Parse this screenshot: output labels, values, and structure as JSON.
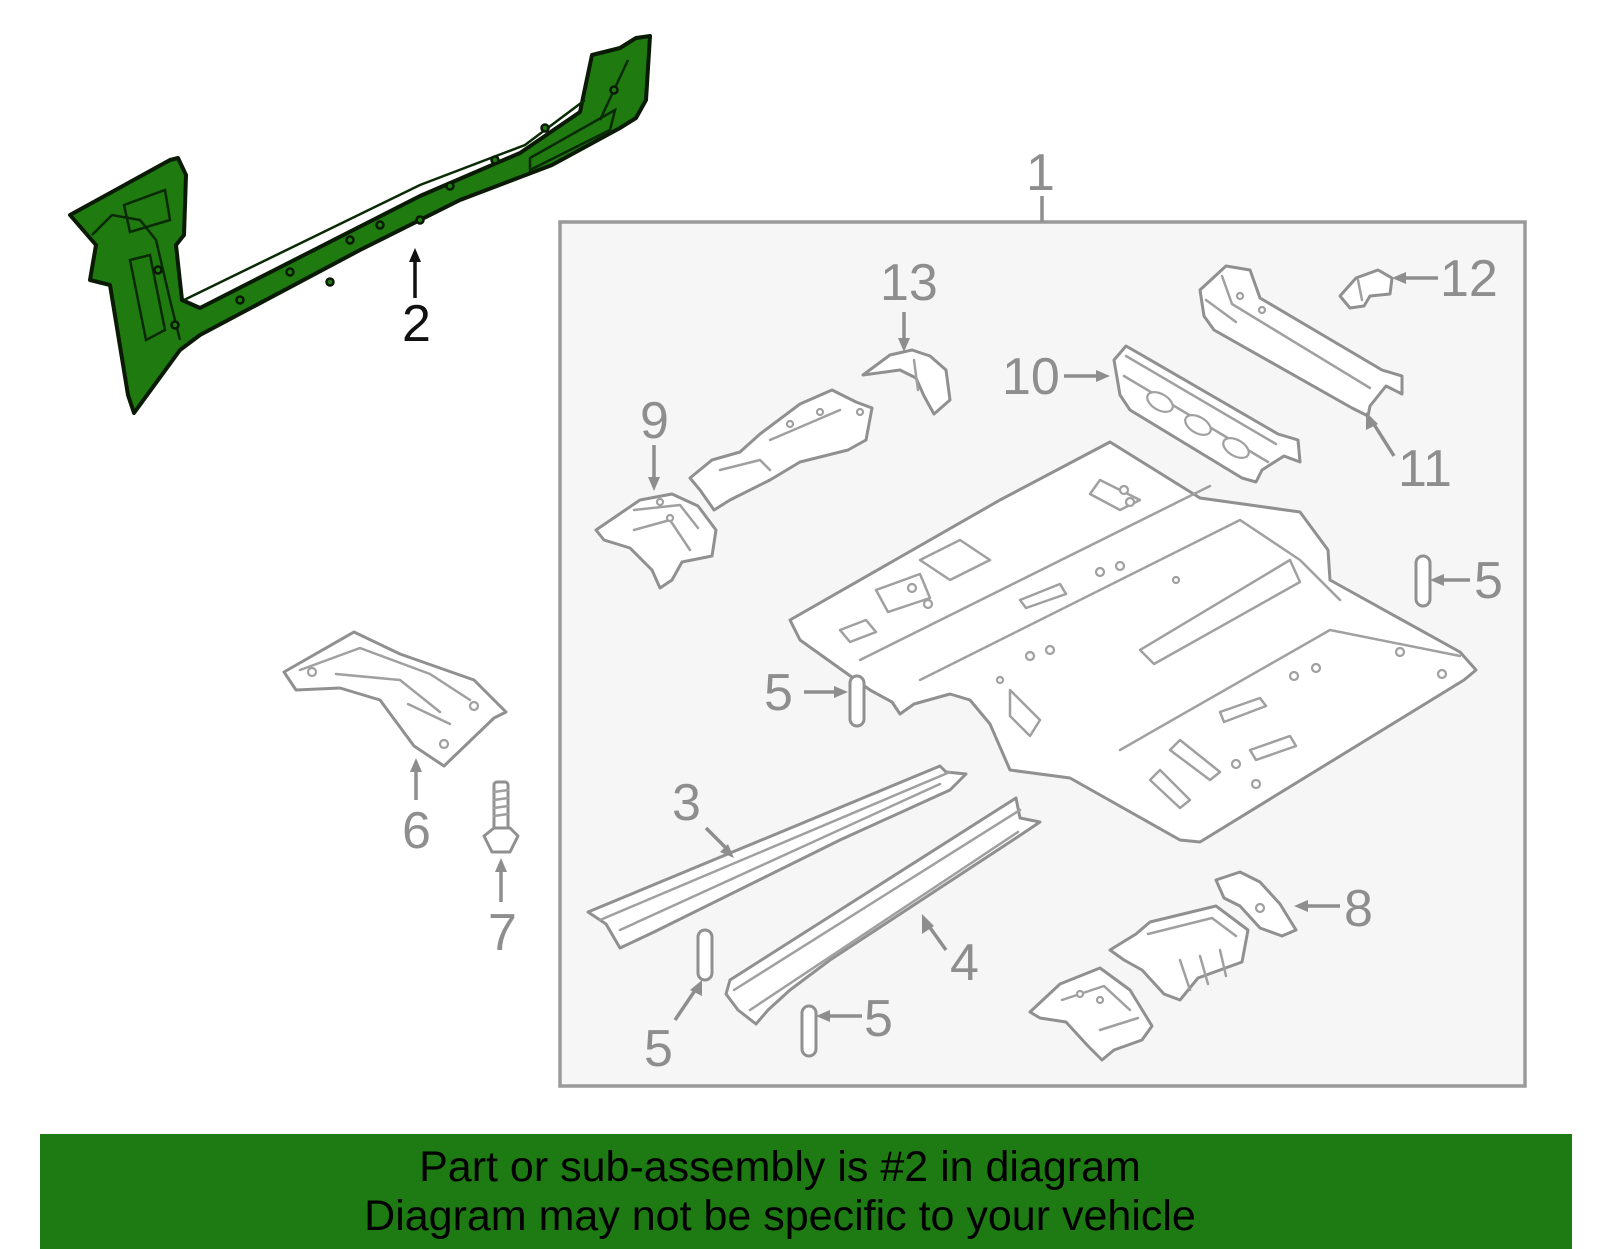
{
  "callouts": {
    "c1": "1",
    "c2": "2",
    "c3": "3",
    "c4": "4",
    "c5a": "5",
    "c5b": "5",
    "c5c": "5",
    "c5d": "5",
    "c6": "6",
    "c7": "7",
    "c8": "8",
    "c9": "9",
    "c10": "10",
    "c11": "11",
    "c12": "12",
    "c13": "13"
  },
  "highlighted_part": "2",
  "colors": {
    "highlight": "#1f7a10",
    "banner": "#1e7a12",
    "line_art": "#909090",
    "assembly_box_fill": "#f6f6f6"
  },
  "banner": {
    "line1": "Part or sub-assembly is #2 in diagram",
    "line2": "Diagram may not be specific to your vehicle"
  }
}
